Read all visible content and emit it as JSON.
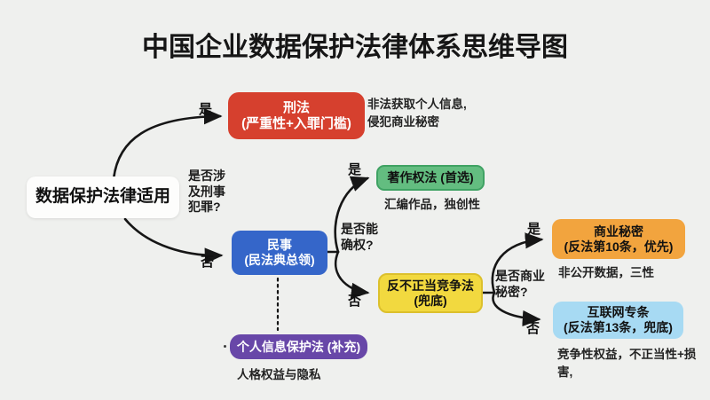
{
  "title": "中国企业数据保护法律体系思维导图",
  "root": {
    "label": "数据保护法律适用"
  },
  "labels": {
    "yes": "是",
    "no": "否"
  },
  "questions": {
    "criminal": {
      "line1": "是否涉",
      "line2": "及刑事",
      "line3": "犯罪?"
    },
    "ownership": {
      "line1": "是否能",
      "line2": "确权?"
    },
    "trade_secret": {
      "line1": "是否商业",
      "line2": "秘密?"
    }
  },
  "nodes": {
    "criminal_law": {
      "title": "刑法",
      "subtitle": "(严重性+入罪门槛)",
      "note_line1": "非法获取个人信息,",
      "note_line2": "侵犯商业秘密",
      "color": "#d6402e"
    },
    "civil_law": {
      "title": "民事",
      "subtitle": "(民法典总领)",
      "color": "#3566c9"
    },
    "copyright_law": {
      "title": "著作权法 (首选)",
      "note": "汇编作品，独创性",
      "color": "#63bd80"
    },
    "anti_unfair_competition_law": {
      "title": "反不正当竞争法",
      "subtitle": "(兜底)",
      "color": "#f2d93f"
    },
    "trade_secret": {
      "title": "商业秘密",
      "subtitle": "(反法第10条，优先)",
      "note": "非公开数据，三性",
      "color": "#f2a43e"
    },
    "internet_clause": {
      "title": "互联网专条",
      "subtitle": "(反法第13条，兜底)",
      "note": "竞争性权益，不正当性+损害,",
      "color": "#a7daf3"
    },
    "personal_info_protection_law": {
      "title": "个人信息保护法 (补充)",
      "note": "人格权益与隐私",
      "color": "#6847a8"
    }
  }
}
